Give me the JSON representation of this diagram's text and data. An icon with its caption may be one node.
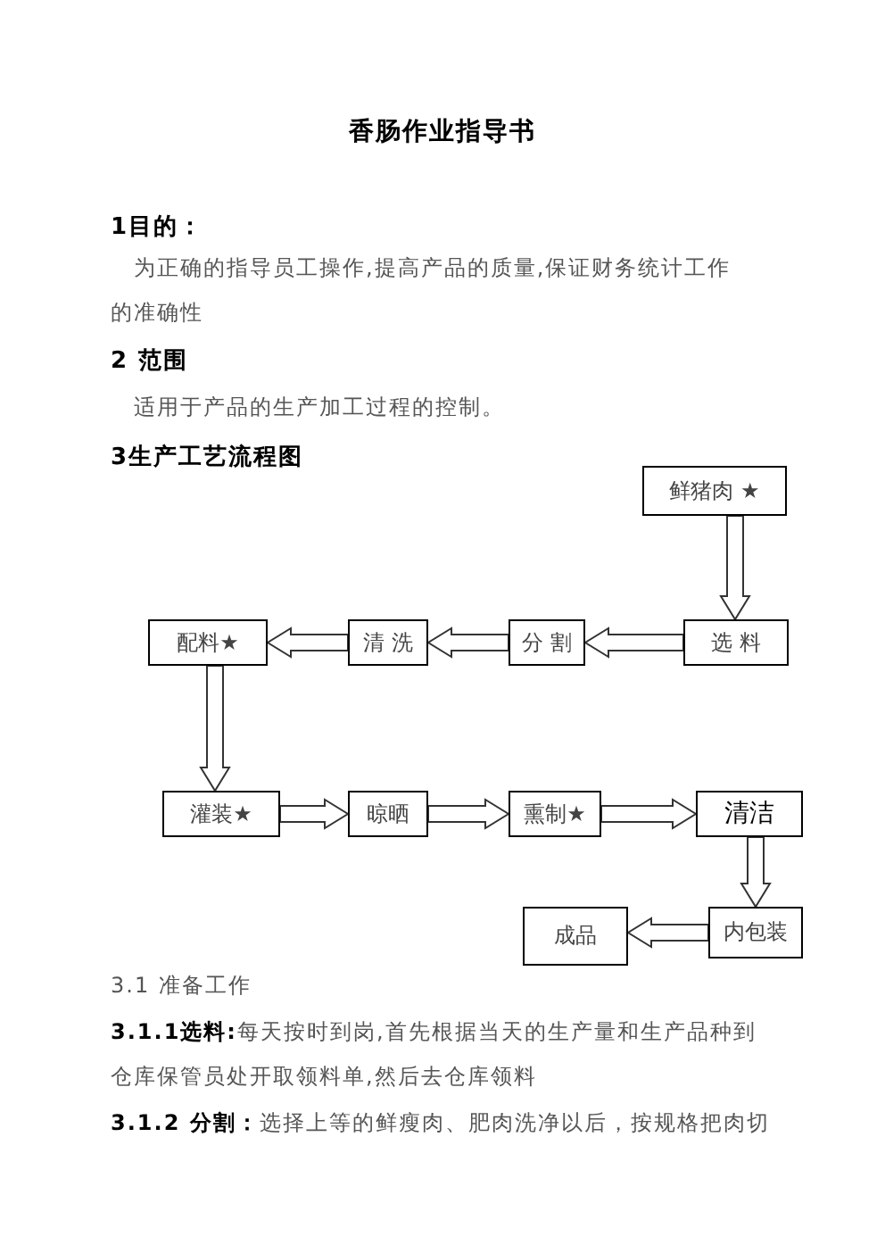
{
  "diagram": {
    "title": "香肠作业指导书",
    "nodes": [
      {
        "text": [
          "鲜猪肉 ★"
        ]
      },
      {
        "text": [
          "配料★"
        ]
      },
      {
        "text": [
          "清 洗"
        ]
      },
      {
        "text": [
          "分 割"
        ]
      },
      {
        "text": [
          "选 料"
        ]
      },
      {
        "text": [
          "灌装★"
        ]
      },
      {
        "text": [
          "晾晒"
        ]
      },
      {
        "text": [
          "熏制★"
        ]
      },
      {
        "text": [
          "清洁"
        ]
      },
      {
        "text": [
          "成品"
        ]
      },
      {
        "text": [
          "内包装"
        ]
      }
    ],
    "edges": [
      {
        "from": 0,
        "to": 4,
        "arrow": "to"
      },
      {
        "from": 4,
        "to": 3,
        "arrow": "to"
      },
      {
        "from": 3,
        "to": 2,
        "arrow": "to"
      },
      {
        "from": 2,
        "to": 1,
        "arrow": "to"
      },
      {
        "from": 1,
        "to": 5,
        "arrow": "to"
      },
      {
        "from": 5,
        "to": 6,
        "arrow": "to"
      },
      {
        "from": 6,
        "to": 7,
        "arrow": "to"
      },
      {
        "from": 7,
        "to": 8,
        "arrow": "to"
      },
      {
        "from": 8,
        "to": 10,
        "arrow": "to"
      },
      {
        "from": 10,
        "to": 9,
        "arrow": "to"
      }
    ],
    "labels": [
      "1目的：",
      "为正确的指导员工操作,提高产品的质量,保证财务统计工作的准确性",
      "2 范围",
      "适用于产品的生产加工过程的控制。",
      "3生产工艺流程图",
      "3.1 准备工作",
      "**3.1.1选料:**每天按时到岗,首先根据当天的生产量和生产品种到仓库保管员处开取领料单,然后去仓库领料",
      "**3.1.2 分割：**选择上等的鲜瘦肉、肥肉洗净以后，按规格把肉切"
    ]
  }
}
